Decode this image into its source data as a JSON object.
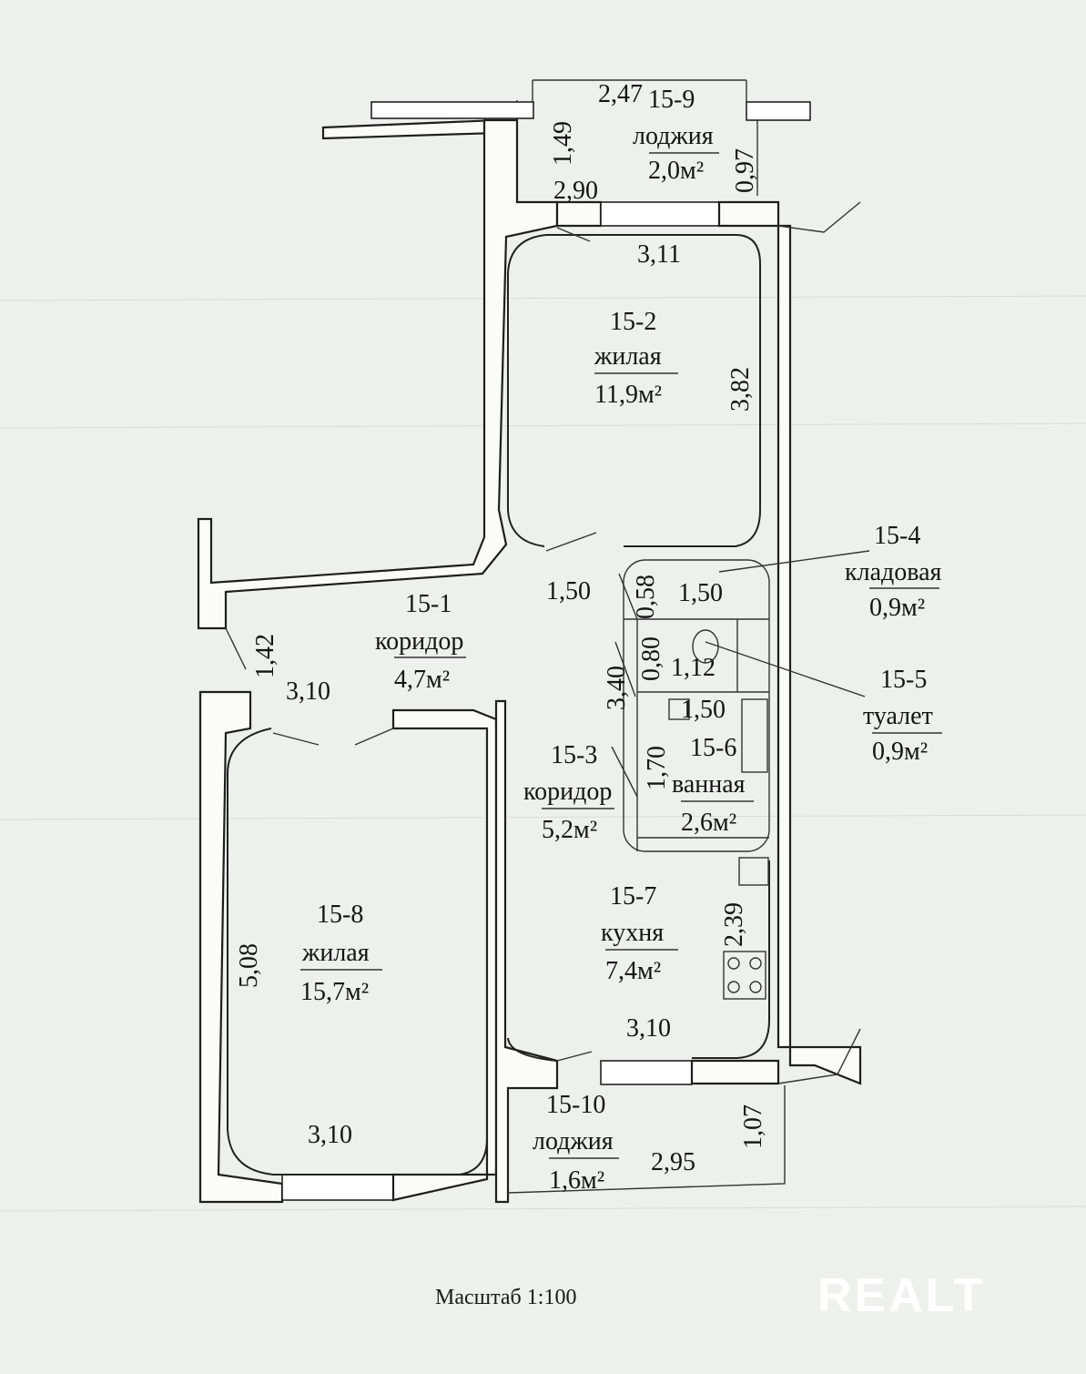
{
  "rooms": [
    {
      "id": "15-9",
      "name": "лоджия",
      "area": "2,0м²"
    },
    {
      "id": "15-2",
      "name": "жилая",
      "area": "11,9м²"
    },
    {
      "id": "15-4",
      "name": "кладовая",
      "area": "0,9м²"
    },
    {
      "id": "15-5",
      "name": "туалет",
      "area": "0,9м²"
    },
    {
      "id": "15-1",
      "name": "коридор",
      "area": "4,7м²"
    },
    {
      "id": "15-3",
      "name": "коридор",
      "area": "5,2м²"
    },
    {
      "id": "15-6",
      "name": "ванная",
      "area": "2,6м²"
    },
    {
      "id": "15-7",
      "name": "кухня",
      "area": "7,4м²"
    },
    {
      "id": "15-8",
      "name": "жилая",
      "area": "15,7м²"
    },
    {
      "id": "15-10",
      "name": "лоджия",
      "area": "1,6м²"
    }
  ],
  "dims": [
    "2,47",
    "1,49",
    "0,97",
    "2,90",
    "3,11",
    "3,82",
    "1,50",
    "0,58",
    "1,50",
    "0,80",
    "1,12",
    "1,42",
    "3,10",
    "3,40",
    "1,50",
    "1,70",
    "2,39",
    "5,08",
    "3,10",
    "3,10",
    "1,07",
    "2,95"
  ],
  "scale": "Масштаб 1:100",
  "watermark": "REALT"
}
